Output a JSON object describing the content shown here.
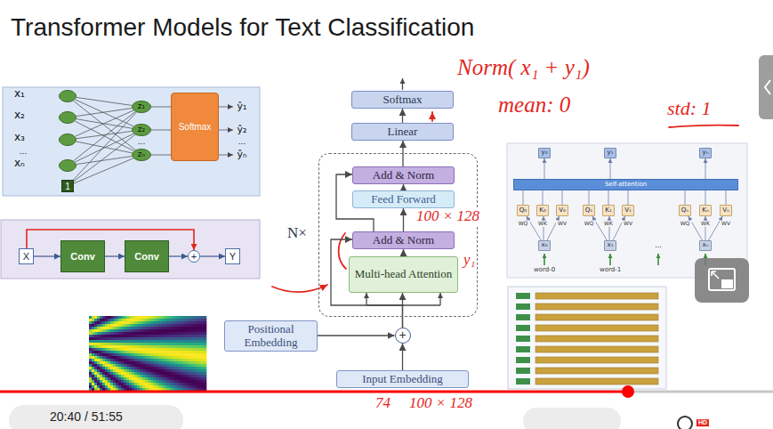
{
  "diagram": {
    "title": "Transformer Models for Text Classification",
    "nodes": [
      {
        "text": [
          "x₁"
        ]
      },
      {
        "text": [
          "x₂"
        ]
      },
      {
        "text": [
          "x₃"
        ]
      },
      {
        "text": [
          "xₙ"
        ]
      },
      {
        "text": [
          "1"
        ]
      },
      {
        "text": [
          "z₁"
        ]
      },
      {
        "text": [
          "z₂"
        ]
      },
      {
        "text": [
          "zₙ"
        ]
      },
      {
        "text": [
          "Softmax"
        ]
      },
      {
        "text": [
          "X"
        ]
      },
      {
        "text": [
          "Conv"
        ]
      },
      {
        "text": [
          "Conv"
        ]
      },
      {
        "text": [
          "+"
        ]
      },
      {
        "text": [
          "Y"
        ]
      },
      {
        "text": [
          "Softmax"
        ]
      },
      {
        "text": [
          "Linear"
        ]
      },
      {
        "text": [
          "N×"
        ]
      },
      {
        "text": [
          "Add & Norm"
        ],
        "in": 16
      },
      {
        "text": [
          "Feed Forward"
        ],
        "in": 16
      },
      {
        "text": [
          "Add & Norm"
        ],
        "in": 16
      },
      {
        "text": [
          "Multi-head Attention"
        ],
        "in": 16
      },
      {
        "text": [
          "Positional Embedding"
        ]
      },
      {
        "text": [
          "+"
        ]
      },
      {
        "text": [
          "Input Embedding"
        ]
      },
      {
        "text": [
          "y₀"
        ]
      },
      {
        "text": [
          "y₁"
        ]
      },
      {
        "text": [
          "yₙ"
        ]
      },
      {
        "text": [
          "Self-attention"
        ]
      },
      {
        "text": [
          "Q₀"
        ]
      },
      {
        "text": [
          "K₀"
        ]
      },
      {
        "text": [
          "V₀"
        ]
      },
      {
        "text": [
          "Q₁"
        ]
      },
      {
        "text": [
          "K₁"
        ]
      },
      {
        "text": [
          "V₁"
        ]
      },
      {
        "text": [
          "Qₙ"
        ]
      },
      {
        "text": [
          "Kₙ"
        ]
      },
      {
        "text": [
          "Vₙ"
        ]
      },
      {
        "text": [
          "x₀"
        ]
      },
      {
        "text": [
          "x₁"
        ]
      },
      {
        "text": [
          "xₙ"
        ]
      }
    ],
    "edges": [
      {
        "from": 0,
        "to": 5,
        "arrow": "none"
      },
      {
        "from": 0,
        "to": 6,
        "arrow": "none"
      },
      {
        "from": 0,
        "to": 7,
        "arrow": "none"
      },
      {
        "from": 1,
        "to": 5,
        "arrow": "none"
      },
      {
        "from": 1,
        "to": 6,
        "arrow": "none"
      },
      {
        "from": 1,
        "to": 7,
        "arrow": "none"
      },
      {
        "from": 2,
        "to": 5,
        "arrow": "none"
      },
      {
        "from": 2,
        "to": 6,
        "arrow": "none"
      },
      {
        "from": 2,
        "to": 7,
        "arrow": "none"
      },
      {
        "from": 3,
        "to": 5,
        "arrow": "none"
      },
      {
        "from": 3,
        "to": 6,
        "arrow": "none"
      },
      {
        "from": 3,
        "to": 7,
        "arrow": "none"
      },
      {
        "from": 4,
        "to": 5,
        "arrow": "none"
      },
      {
        "from": 4,
        "to": 6,
        "arrow": "none"
      },
      {
        "from": 4,
        "to": 7,
        "arrow": "none"
      },
      {
        "from": 5,
        "to": 8,
        "arrow": "none"
      },
      {
        "from": 6,
        "to": 8,
        "arrow": "none"
      },
      {
        "from": 7,
        "to": 8,
        "arrow": "none"
      },
      {
        "from": 9,
        "to": 10,
        "arrow": "to"
      },
      {
        "from": 10,
        "to": 11,
        "arrow": "to"
      },
      {
        "from": 11,
        "to": 12,
        "arrow": "to"
      },
      {
        "from": 12,
        "to": 13,
        "arrow": "to"
      },
      {
        "from": 9,
        "to": 12,
        "arrow": "to"
      },
      {
        "from": 23,
        "to": 22,
        "arrow": "to"
      },
      {
        "from": 21,
        "to": 22,
        "arrow": "to"
      },
      {
        "from": 22,
        "to": 20,
        "arrow": "to"
      },
      {
        "from": 22,
        "to": 19,
        "arrow": "to"
      },
      {
        "from": 20,
        "to": 19,
        "arrow": "to"
      },
      {
        "from": 19,
        "to": 18,
        "arrow": "to"
      },
      {
        "from": 19,
        "to": 17,
        "arrow": "to"
      },
      {
        "from": 18,
        "to": 17,
        "arrow": "to"
      },
      {
        "from": 17,
        "to": 15,
        "arrow": "to"
      },
      {
        "from": 15,
        "to": 14,
        "arrow": "to"
      },
      {
        "from": 37,
        "to": 28,
        "arrow": "to"
      },
      {
        "from": 37,
        "to": 29,
        "arrow": "to"
      },
      {
        "from": 37,
        "to": 30,
        "arrow": "to"
      },
      {
        "from": 38,
        "to": 31,
        "arrow": "to"
      },
      {
        "from": 38,
        "to": 32,
        "arrow": "to"
      },
      {
        "from": 38,
        "to": 33,
        "arrow": "to"
      },
      {
        "from": 39,
        "to": 34,
        "arrow": "to"
      },
      {
        "from": 39,
        "to": 35,
        "arrow": "to"
      },
      {
        "from": 39,
        "to": 36,
        "arrow": "to"
      },
      {
        "from": 28,
        "to": 27,
        "arrow": "none"
      },
      {
        "from": 29,
        "to": 27,
        "arrow": "none"
      },
      {
        "from": 30,
        "to": 27,
        "arrow": "none"
      },
      {
        "from": 31,
        "to": 27,
        "arrow": "none"
      },
      {
        "from": 32,
        "to": 27,
        "arrow": "none"
      },
      {
        "from": 33,
        "to": 27,
        "arrow": "none"
      },
      {
        "from": 34,
        "to": 27,
        "arrow": "none"
      },
      {
        "from": 35,
        "to": 27,
        "arrow": "none"
      },
      {
        "from": 36,
        "to": 27,
        "arrow": "none"
      },
      {
        "from": 27,
        "to": 24,
        "arrow": "to"
      },
      {
        "from": 27,
        "to": 25,
        "arrow": "to"
      },
      {
        "from": 27,
        "to": 26,
        "arrow": "to"
      }
    ],
    "labels": [
      "ŷ₁",
      "ŷ₂",
      "...",
      "ŷₙ",
      "...",
      "...",
      "Norm( x₁ + y₁)",
      "mean: 0",
      "std: 1",
      "100 × 128",
      "y₁",
      "74",
      "100 × 128",
      "WQ",
      "WK",
      "WV",
      "WQ",
      "WK",
      "WV",
      "WQ",
      "WK",
      "WV",
      "word-0",
      "word-1",
      "...",
      "20:40 / 51:55",
      "HD"
    ]
  }
}
